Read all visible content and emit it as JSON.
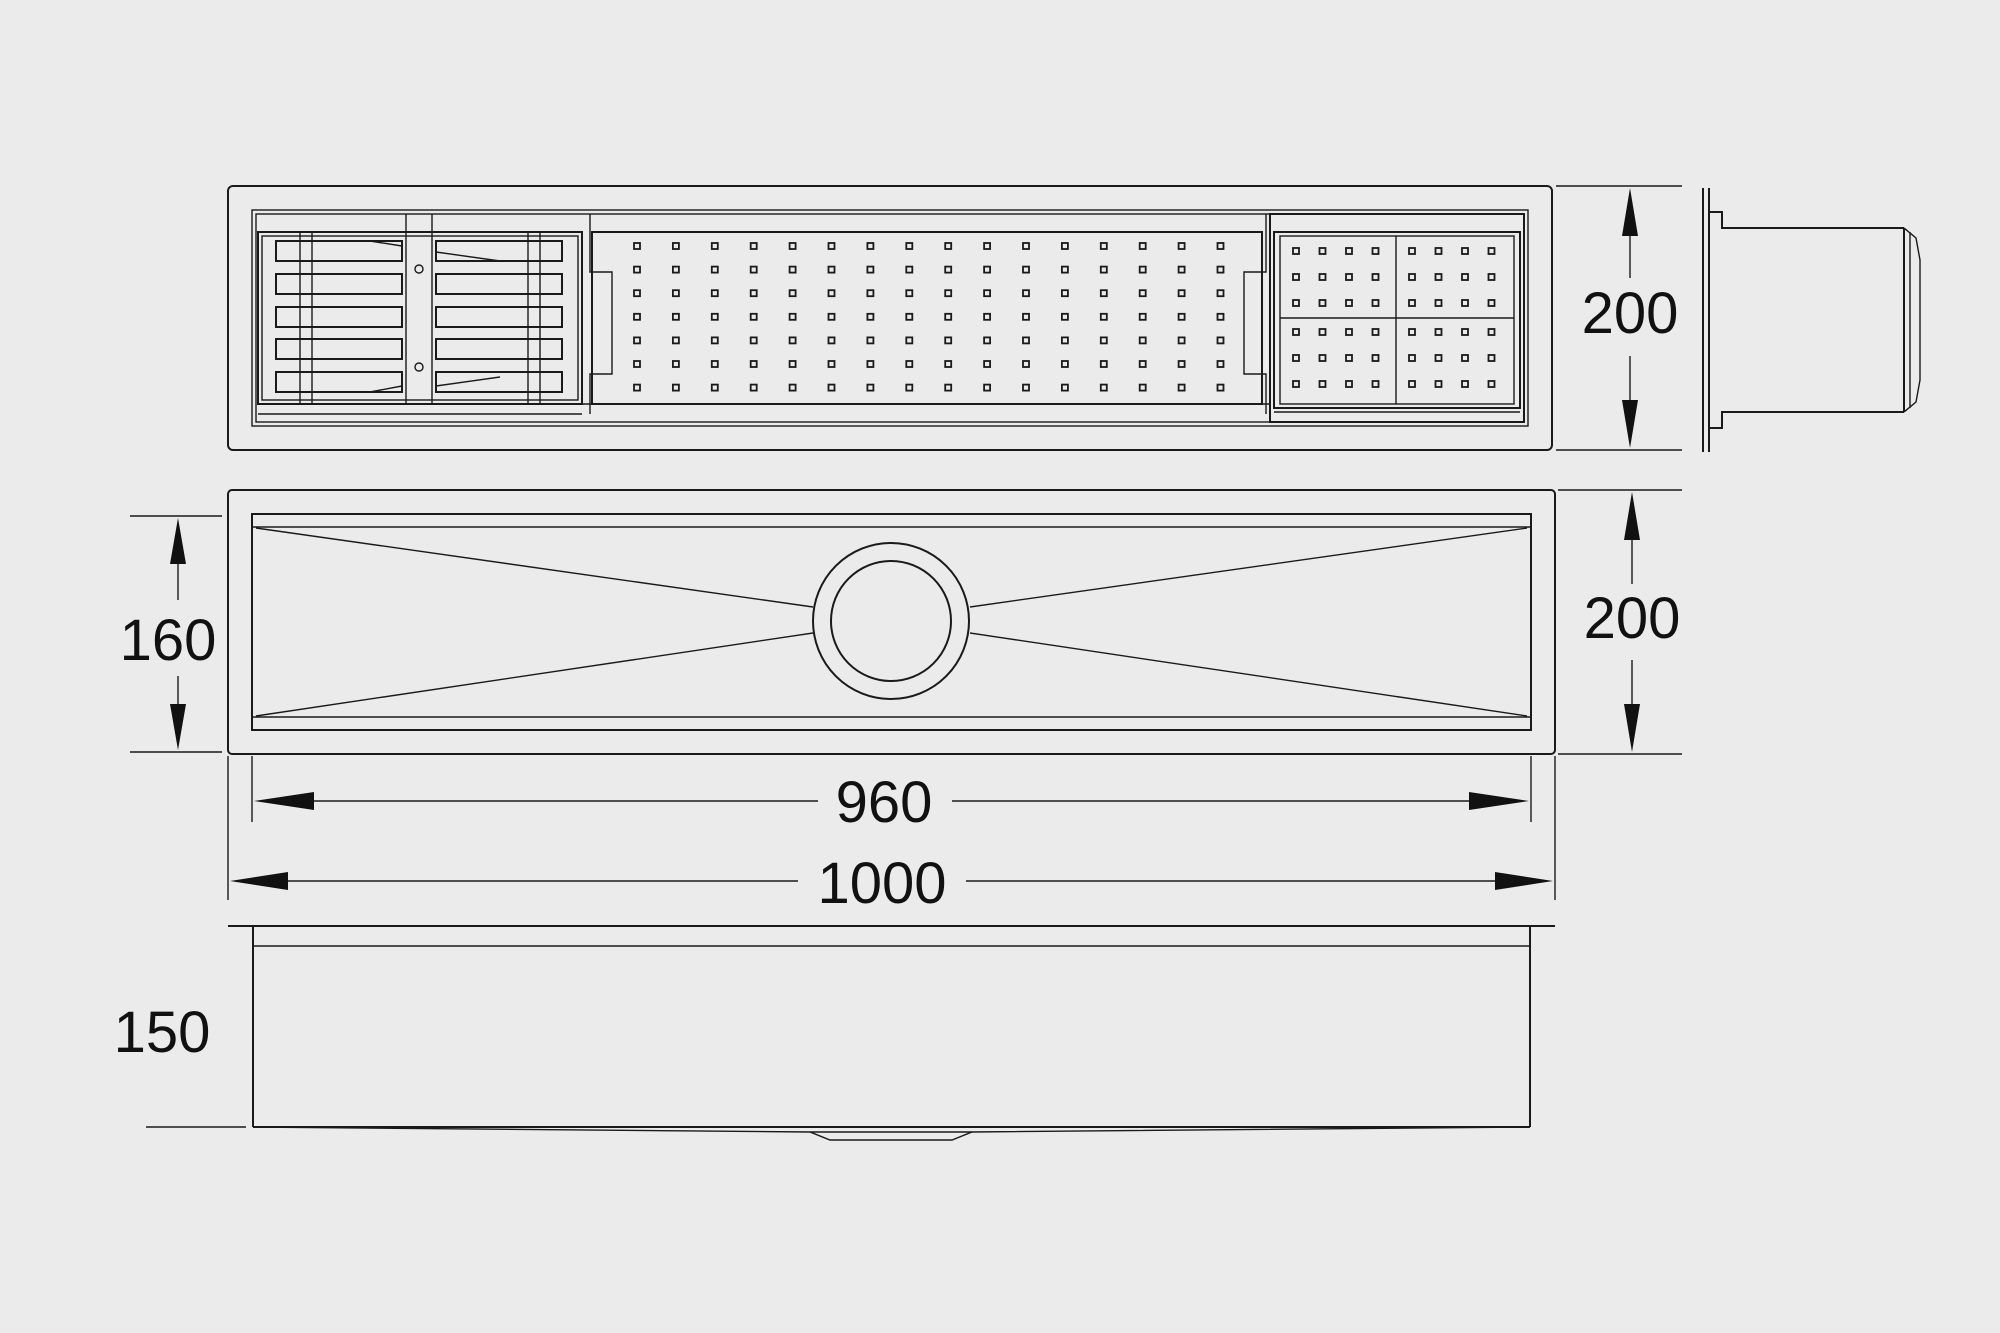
{
  "dimensions": {
    "top_view_height": "200",
    "front_view_height": "200",
    "inner_height": "160",
    "inner_width": "960",
    "total_width": "1000",
    "depth": "150"
  }
}
